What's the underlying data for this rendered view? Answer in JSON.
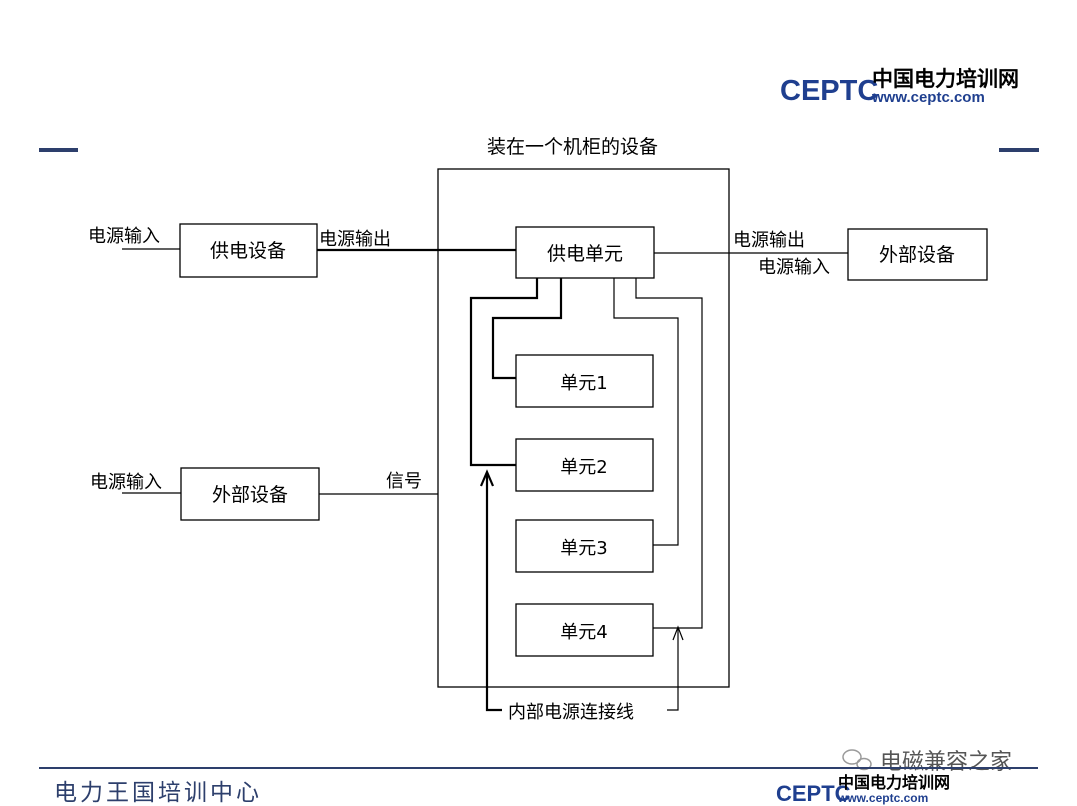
{
  "header": {
    "logo_brand": "CEPTC",
    "logo_title": "中国电力培训网",
    "logo_url": "www.ceptc.com"
  },
  "diagram": {
    "cabinet_title": "装在一个机柜的设备",
    "power_supply_device": "供电设备",
    "power_input_left_top": "电源输入",
    "power_output_left": "电源输出",
    "power_supply_unit": "供电单元",
    "power_output_right": "电源输出",
    "power_input_right": "电源输入",
    "external_device_right": "外部设备",
    "unit1": "单元1",
    "unit2": "单元2",
    "unit3": "单元3",
    "unit4": "单元4",
    "power_input_left_bottom": "电源输入",
    "external_device_left": "外部设备",
    "signal": "信号",
    "internal_power_wiring": "内部电源连接线"
  },
  "footer": {
    "center_name": "电力王国培训中心",
    "watermark": "电磁兼容之家",
    "logo_brand": "CEPTC",
    "logo_title": "中国电力培训网",
    "logo_url": "www.ceptc.com"
  },
  "colors": {
    "accent_navy": "#2d3f6c",
    "logo_red": "#d42a2a",
    "logo_blue": "#1f3f8f"
  }
}
